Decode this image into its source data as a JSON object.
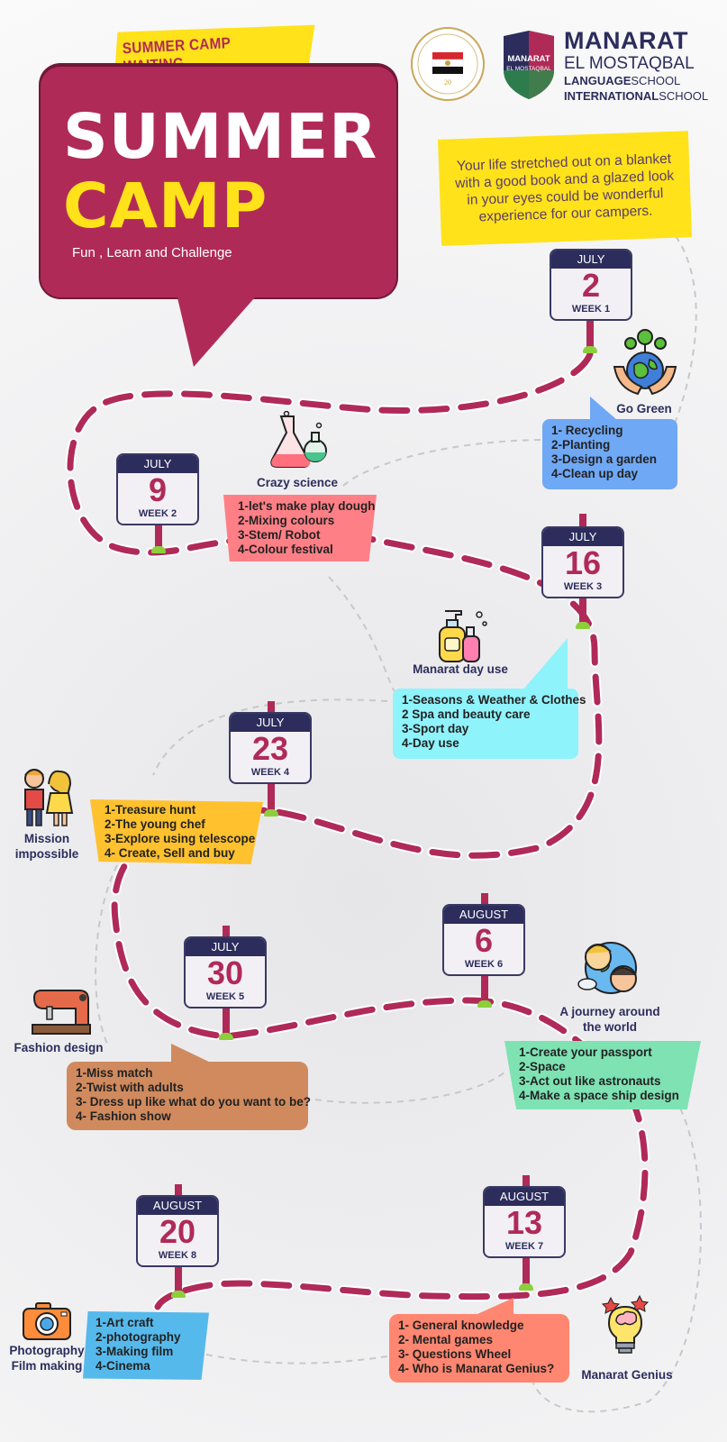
{
  "header": {
    "waiting": "SUMMER CAMP WAITING....",
    "title_line1": "SUMMER",
    "title_line2": "CAMP",
    "subtitle": "Fun , Learn and Challenge"
  },
  "brand": {
    "shield_line1": "MANARAT",
    "shield_line2": "EL MOSTAQBAL",
    "name": "MANARAT",
    "line2": "EL MOSTAQBAL",
    "line3_bold": "LANGUAGE",
    "line3_rest": "SCHOOL",
    "line4_bold": "INTERNATIONAL",
    "line4_rest": "SCHOOL"
  },
  "quote": "Your life stretched out on a blanket with a good book and a glazed look in your eyes could be wonderful experience for our campers.",
  "colors": {
    "primary": "#b02a58",
    "navy": "#2c2d5c",
    "yellow": "#ffe21a"
  },
  "weeks": [
    {
      "month": "JULY",
      "day": "2",
      "week": "WEEK 1",
      "activity": "Go Green",
      "items": [
        "1- Recycling",
        "2-Planting",
        "3-Design a garden",
        "4-Clean up day"
      ],
      "color": "#6fa8f5",
      "icon": "plant-globe-icon"
    },
    {
      "month": "JULY",
      "day": "9",
      "week": "WEEK 2",
      "activity": "Crazy science",
      "items": [
        "1-let's make play dough",
        "2-Mixing colours",
        "3-Stem/ Robot",
        "4-Colour festival"
      ],
      "color": "#ff7f86",
      "icon": "flask-icon"
    },
    {
      "month": "JULY",
      "day": "16",
      "week": "WEEK 3",
      "activity": "Manarat day use",
      "items": [
        "1-Seasons & Weather & Clothes",
        "2 Spa and beauty care",
        "3-Sport day",
        "4-Day use"
      ],
      "color": "#8ff3fb",
      "icon": "lotion-bottle-icon"
    },
    {
      "month": "JULY",
      "day": "23",
      "week": "WEEK 4",
      "activity": "Mission impossible",
      "items": [
        "1-Treasure hunt",
        "2-The young chef",
        "3-Explore using telescope",
        "4- Create, Sell and buy"
      ],
      "color": "#ffc12e",
      "icon": "kids-icon"
    },
    {
      "month": "JULY",
      "day": "30",
      "week": "WEEK 5",
      "activity": "Fashion design",
      "items": [
        "1-Miss match",
        "2-Twist with adults",
        "3- Dress up like what do you want to be?",
        "4- Fashion show"
      ],
      "color": "#d08a5e",
      "icon": "sewing-machine-icon"
    },
    {
      "month": "AUGUST",
      "day": "6",
      "week": "WEEK 6",
      "activity": "A journey around the world",
      "items": [
        "1-Create your passport",
        "2-Space",
        "3-Act out like astronauts",
        "4-Make a space ship design"
      ],
      "color": "#7ee2b3",
      "icon": "world-kids-icon"
    },
    {
      "month": "AUGUST",
      "day": "13",
      "week": "WEEK 7",
      "activity": "Manarat Genius",
      "items": [
        "1- General knowledge",
        "2- Mental games",
        "3- Questions Wheel",
        "4- Who is Manarat Genius?"
      ],
      "color": "#ff8670",
      "icon": "lightbulb-brain-icon"
    },
    {
      "month": "AUGUST",
      "day": "20",
      "week": "WEEK 8",
      "activity": "Photography Film making",
      "items": [
        "1-Art craft",
        "2-photography",
        "3-Making film",
        "4-Cinema"
      ],
      "color": "#56b9ec",
      "icon": "camera-icon"
    }
  ]
}
